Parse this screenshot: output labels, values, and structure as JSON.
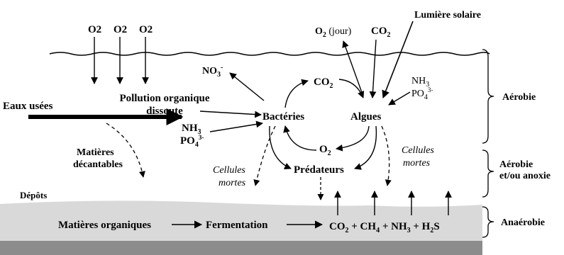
{
  "atmosphere": {
    "o2_labels": [
      "O2",
      "O2",
      "O2"
    ],
    "o2_day_label": "O2",
    "o2_day_suffix": "(jour)",
    "co2_top": "CO2",
    "sunlight": "Lumière solaire"
  },
  "inputs": {
    "wastewater": "Eaux usées",
    "dissolved_pollution_line1": "Pollution organique",
    "dissolved_pollution_line2": "dissoute",
    "settleable_line1": "Matières",
    "settleable_line2": "décantables",
    "nh3": "NH3",
    "po4": "PO4",
    "po4_charge": "3-"
  },
  "organisms": {
    "bacteria": "Bactéries",
    "algae": "Algues",
    "predators": "Prédateurs"
  },
  "exchanges": {
    "no3": "NO3",
    "no3_charge": "-",
    "co2_mid": "CO2",
    "o2_mid": "O2",
    "nh3_right": "NH3",
    "po4_right": "PO4",
    "po4_right_charge": "3-",
    "dead_cells_left_1": "Cellules",
    "dead_cells_left_2": "mortes",
    "dead_cells_right_1": "Cellules",
    "dead_cells_right_2": "mortes"
  },
  "sediment": {
    "deposits": "Dépôts",
    "organic_matter": "Matières organiques",
    "fermentation": "Fermentation",
    "products": "CO2 + CH4 + NH3 + H2S"
  },
  "zones": {
    "aerobic": "Aérobie",
    "aerobic_anoxic_line1": "Aérobie",
    "aerobic_anoxic_line2": "et/ou anoxie",
    "anaerobic": "Anaérobie"
  }
}
